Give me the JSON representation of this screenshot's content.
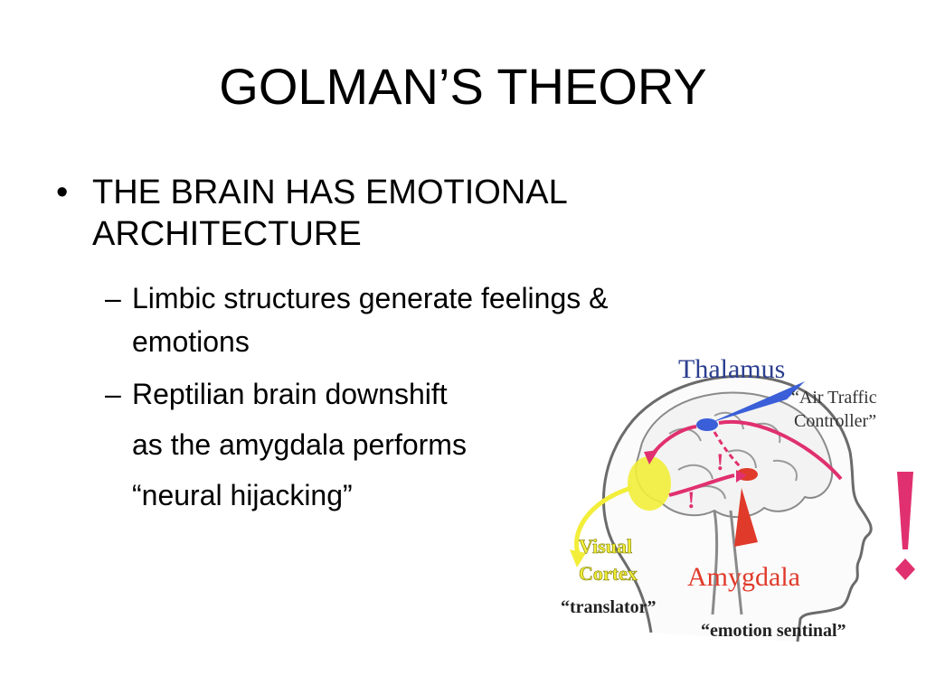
{
  "slide": {
    "title": "GOLMAN’S THEORY",
    "bullet": {
      "marker": "•",
      "line1": "THE BRAIN HAS EMOTIONAL",
      "line2": "ARCHITECTURE"
    },
    "subpoints": {
      "marker": "–",
      "limbic_line1": "Limbic structures generate feelings &",
      "limbic_line2": "emotions",
      "reptilian_line1": "Reptilian brain downshift",
      "reptilian_line2": "as the amygdala performs",
      "reptilian_line3": "“neural hijacking”"
    }
  },
  "diagram": {
    "labels": {
      "thalamus": "Thalamus",
      "thalamus_role_1": "“Air Traffic",
      "thalamus_role_2": "Controller”",
      "visual_1": "Visual",
      "visual_2": "Cortex",
      "visual_role": "“translator”",
      "amygdala": "Amygdala",
      "amygdala_role": "“emotion sentinal”",
      "alert_mark": "!"
    },
    "colors": {
      "thalamus_label": "#2c3f8f",
      "arrow_magenta": "#e0306f",
      "alert": "#e0306f",
      "visual_yellow": "#f2ee3a",
      "amygdala_red": "#e03a2a",
      "brain_outline": "#6b6b6b",
      "thalamus_blue": "#3a5fd8"
    }
  }
}
